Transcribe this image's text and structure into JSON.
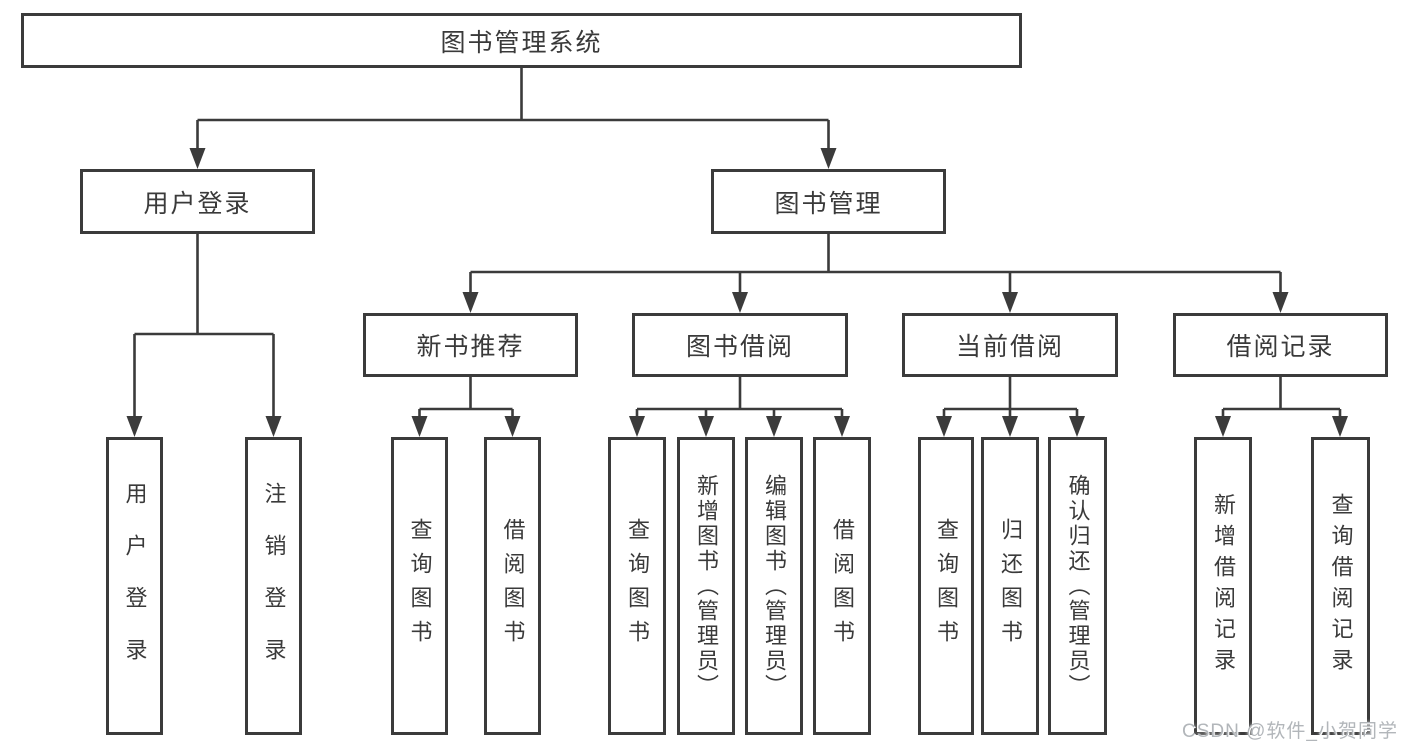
{
  "tree": {
    "label": "图书管理系统",
    "children": [
      {
        "label": "用户登录",
        "children": [
          {
            "label": "用户登录"
          },
          {
            "label": "注销登录"
          }
        ]
      },
      {
        "label": "图书管理",
        "children": [
          {
            "label": "新书推荐",
            "children": [
              {
                "label": "查询图书"
              },
              {
                "label": "借阅图书"
              }
            ]
          },
          {
            "label": "图书借阅",
            "children": [
              {
                "label": "查询图书"
              },
              {
                "label": "新增图书（管理员）"
              },
              {
                "label": "编辑图书（管理员）"
              },
              {
                "label": "借阅图书"
              }
            ]
          },
          {
            "label": "当前借阅",
            "children": [
              {
                "label": "查询图书"
              },
              {
                "label": "归还图书"
              },
              {
                "label": "确认归还（管理员）"
              }
            ]
          },
          {
            "label": "借阅记录",
            "children": [
              {
                "label": "新增借阅记录"
              },
              {
                "label": "查询借阅记录"
              }
            ]
          }
        ]
      }
    ]
  },
  "watermark": {
    "text": "CSDN @软件_小贺同学"
  },
  "colors": {
    "line": "#3b3b3b",
    "text": "#3a3a3a",
    "background": "#ffffff",
    "watermark": "#b2b6ba"
  }
}
